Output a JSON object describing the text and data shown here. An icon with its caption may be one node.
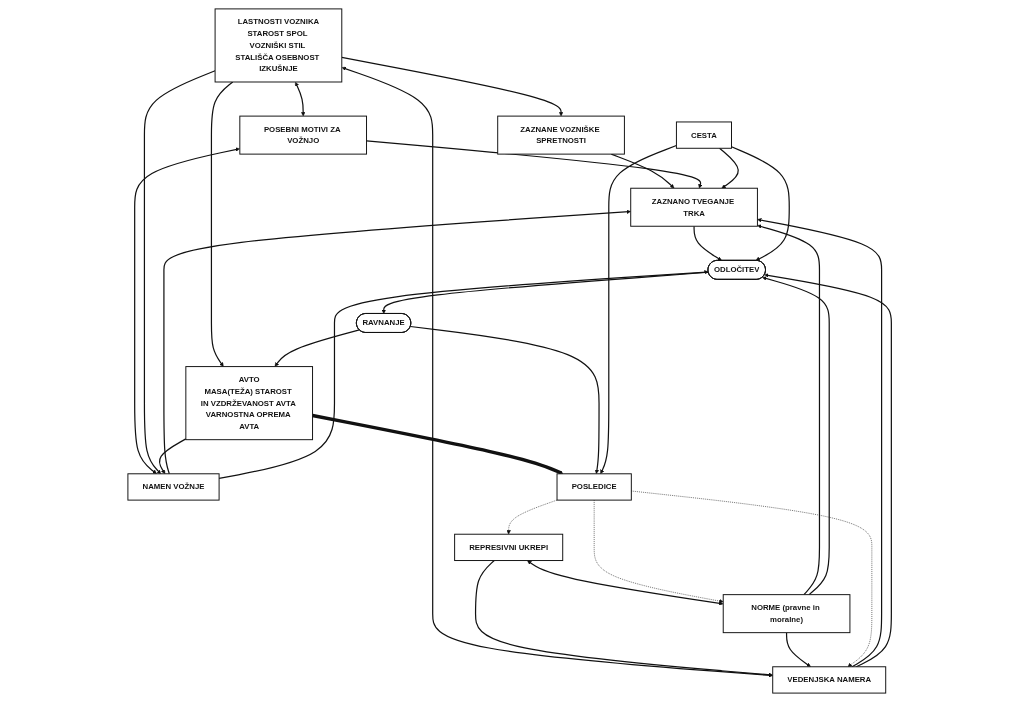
{
  "diagram": {
    "nodes": [
      {
        "text": [
          "LASTNOSTI VOZNIKA",
          "STAROST SPOL VOZNIŠKI STIL STALIŠČA OSEBNOST IZKUŠNJE"
        ]
      },
      {
        "text": [
          "VEDENJSKA NAMERA"
        ]
      },
      {
        "text": [
          "REPRESIVNI UKREPI"
        ]
      },
      {
        "text": [
          "NORME (pravne in moralne)"
        ]
      },
      {
        "text": [
          "ZAZNANE VOZNIŠKE SPRETNOSTI"
        ]
      },
      {
        "text": [
          "POSEBNI MOTIVI ZA VOŽNJO"
        ]
      },
      {
        "text": [
          "CESTA"
        ]
      },
      {
        "text": [
          "NAMEN VOŽNJE"
        ]
      },
      {
        "text": [
          "ZAZNANO TVEGANJE TRKA"
        ]
      },
      {
        "text": [
          "ODLOČITEV"
        ]
      },
      {
        "text": [
          "AVTO",
          "MASA(TEŽA) STAROST IN VZDRŽEVANOST AVTA VARNOSTNA OPREMA AVTA"
        ]
      },
      {
        "text": [
          "RAVNANJE"
        ]
      },
      {
        "text": [
          "POSLEDICE"
        ]
      }
    ],
    "edges": [
      {
        "from": 0,
        "to": 1,
        "arrow": "both"
      },
      {
        "from": 2,
        "to": 1,
        "arrow": "to"
      },
      {
        "from": 3,
        "to": 1,
        "arrow": "to"
      },
      {
        "from": 2,
        "to": 3,
        "arrow": "both"
      },
      {
        "from": 0,
        "to": 4,
        "arrow": "to"
      },
      {
        "from": 0,
        "to": 5,
        "arrow": "both"
      },
      {
        "from": 5,
        "to": 7,
        "arrow": "both"
      },
      {
        "from": 0,
        "to": 7,
        "arrow": "to"
      },
      {
        "from": 0,
        "to": 10,
        "arrow": "to"
      },
      {
        "from": 10,
        "to": 7,
        "arrow": "to"
      },
      {
        "from": 4,
        "to": 8,
        "arrow": "to"
      },
      {
        "from": 1,
        "to": 8,
        "arrow": "to"
      },
      {
        "from": 5,
        "to": 8,
        "arrow": "to"
      },
      {
        "from": 7,
        "to": 8,
        "arrow": "to"
      },
      {
        "from": 3,
        "to": 8,
        "arrow": "to"
      },
      {
        "from": 6,
        "to": 8,
        "arrow": "to"
      },
      {
        "from": 8,
        "to": 9,
        "arrow": "to"
      },
      {
        "from": 7,
        "to": 9,
        "arrow": "to"
      },
      {
        "from": 1,
        "to": 9,
        "arrow": "to"
      },
      {
        "from": 3,
        "to": 9,
        "arrow": "to"
      },
      {
        "from": 6,
        "to": 9,
        "arrow": "to"
      },
      {
        "from": 9,
        "to": 11,
        "arrow": "to"
      },
      {
        "from": 11,
        "to": 10,
        "arrow": "to"
      },
      {
        "from": 10,
        "to": 12,
        "arrow": "to",
        "style": "thick"
      },
      {
        "from": 11,
        "to": 12,
        "arrow": "to"
      },
      {
        "from": 6,
        "to": 12,
        "arrow": "to"
      },
      {
        "from": 12,
        "to": 1,
        "arrow": "to",
        "style": "dashed"
      },
      {
        "from": 12,
        "to": 3,
        "arrow": "to",
        "style": "dashed"
      },
      {
        "from": 12,
        "to": 2,
        "arrow": "to",
        "style": "dashed"
      }
    ]
  }
}
